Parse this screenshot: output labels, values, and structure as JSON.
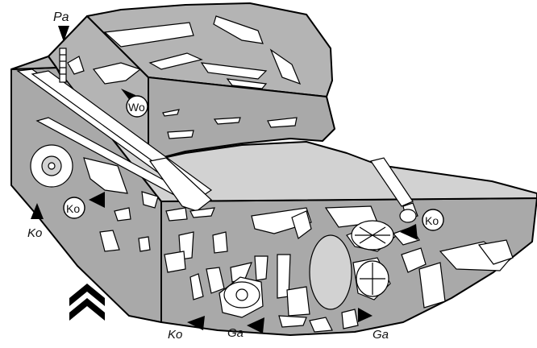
{
  "labels": {
    "pa": "Pa",
    "wo": "Wo",
    "ko": "Ko",
    "ga": "Ga"
  },
  "colors": {
    "body": "#a9a9a9",
    "top_face": "#b4b4b4",
    "channel": "#d2d2d2",
    "fragment": "#ffffff",
    "outline": "#000000"
  }
}
